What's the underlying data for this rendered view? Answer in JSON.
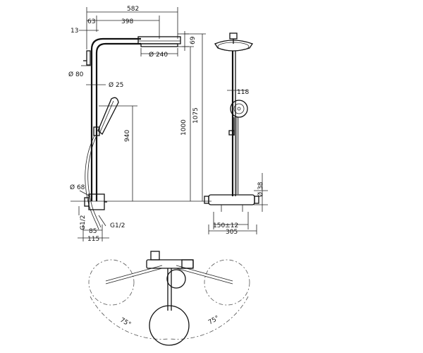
{
  "side_view": {
    "dim_582": "582",
    "dim_63": "63",
    "dim_398": "398",
    "dim_13": "13",
    "dim_69": "69",
    "dim_d240": "Ø 240",
    "dim_d80": "Ø 80",
    "dim_d25": "Ø 25",
    "dim_940": "940",
    "dim_1000": "1000",
    "dim_1075": "1075",
    "dim_d68": "Ø 68",
    "dim_g12_left": "G1/2",
    "dim_g12_right": "G1/2",
    "dim_85": "85",
    "dim_115": "115"
  },
  "front_view": {
    "dim_118": "118",
    "dim_d38": "Ø 38",
    "dim_150": "150±12",
    "dim_305": "305"
  },
  "top_view": {
    "angle_left": "75°",
    "angle_right": "75°"
  }
}
